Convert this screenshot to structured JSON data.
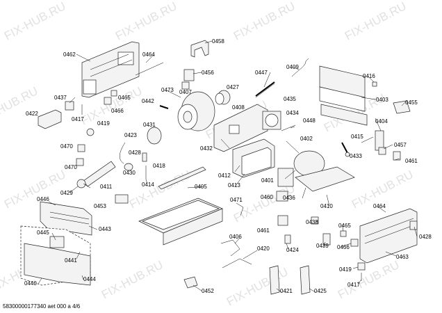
{
  "watermark": "FIX-HUB.RU",
  "footer": "58300000177340 aet 000 a 4/6",
  "labels": {
    "p0462": "0462",
    "p0464": "0464",
    "p0458": "0458",
    "p0456": "0456",
    "p0407": "0407",
    "p0473": "0473",
    "p0427": "0427",
    "p0447": "0447",
    "p0409": "0409",
    "p0416": "0416",
    "p0437": "0437",
    "p0465": "0465",
    "p0466": "0466",
    "p0442": "0442",
    "p0408": "0408",
    "p0435": "0435",
    "p0434": "0434",
    "p0403": "0403",
    "p0455": "0455",
    "p0422": "0422",
    "p0417": "0417",
    "p0419": "0419",
    "p0431": "0431",
    "p0448": "0448",
    "p0404": "0404",
    "p0423": "0423",
    "p0432": "0432",
    "p0402": "0402",
    "p0415": "0415",
    "p0457": "0457",
    "p0470a": "0470",
    "p0470b": "0470",
    "p0428": "0428",
    "p0418": "0418",
    "p0433": "0433",
    "p0461": "0461",
    "p0430": "0430",
    "p0412": "0412",
    "p0401": "0401",
    "p0413": "0413",
    "p0429": "0429",
    "p0411": "0411",
    "p0414": "0414",
    "p0405": "0405",
    "p0446": "0446",
    "p0471": "0471",
    "p0460": "0460",
    "p0436": "0436",
    "p0410": "0410",
    "p0464b": "0464",
    "p0453": "0453",
    "p0438": "0438",
    "p0443": "0443",
    "p0445": "0445",
    "p0465b": "0465",
    "p0461b": "0461",
    "p0439": "0439",
    "p0466b": "0466",
    "p0428b": "0428",
    "p0406": "0406",
    "p0420": "0420",
    "p0424": "0424",
    "p0441": "0441",
    "p0463": "0463",
    "p0440": "0440",
    "p0444": "0444",
    "p0419b": "0419",
    "p0417b": "0417",
    "p0452": "0452",
    "p0421": "0421",
    "p0425": "0425"
  }
}
